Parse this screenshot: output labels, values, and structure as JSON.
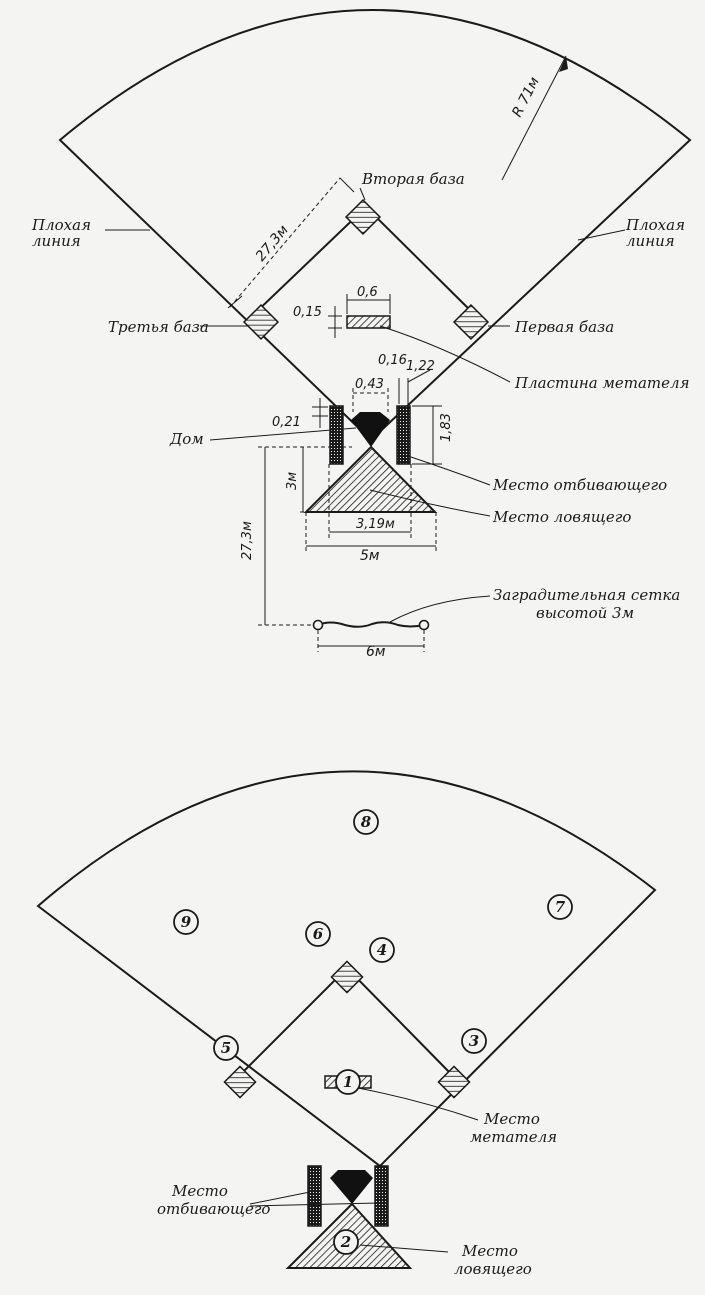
{
  "top": {
    "labels": {
      "bad_line_left_1": "Плохая",
      "bad_line_left_2": "линия",
      "bad_line_right_1": "Плохая",
      "bad_line_right_2": "линия",
      "second_base": "Вторая база",
      "third_base": "Третья база",
      "first_base": "Первая база",
      "pitcher_plate": "Пластина метателя",
      "home": "Дом",
      "batter_place": "Место отбивающего",
      "catcher_place": "Место ловящего",
      "backstop_1": "Заградительная сетка",
      "backstop_2": "высотой   3м"
    },
    "dims": {
      "radius": "R 71м",
      "base_path": "27,3м",
      "plate_w": "0,6",
      "plate_h": "0,15",
      "d016": "0,16",
      "d122": "1,22",
      "d043": "0,43",
      "d021": "0,21",
      "d183": "1,83",
      "d3m": "3м",
      "d273_vert": "27,3м",
      "d319": "3,19м",
      "d5m": "5м",
      "d6m": "6м"
    }
  },
  "bottom": {
    "positions": [
      "1",
      "2",
      "3",
      "4",
      "5",
      "6",
      "7",
      "8",
      "9"
    ],
    "labels": {
      "pitcher_1": "Место",
      "pitcher_2": "метателя",
      "batter_1": "Место",
      "batter_2": "отбивающего",
      "catcher_1": "Место",
      "catcher_2": "ловящего"
    }
  }
}
